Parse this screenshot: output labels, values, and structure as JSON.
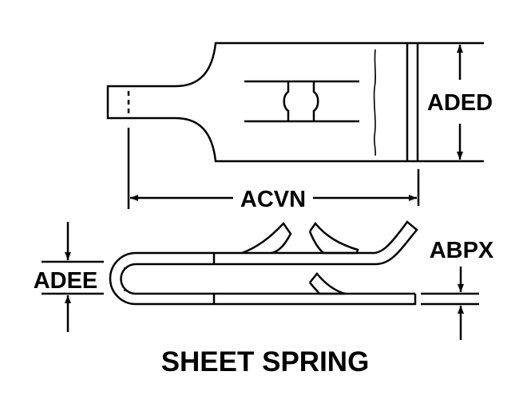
{
  "title": "SHEET SPRING",
  "dimensions": {
    "length": "ACVN",
    "width": "ADED",
    "opening": "ADEE",
    "thickness": "ABPX"
  },
  "colors": {
    "line": "#000000",
    "background": "#ffffff"
  }
}
